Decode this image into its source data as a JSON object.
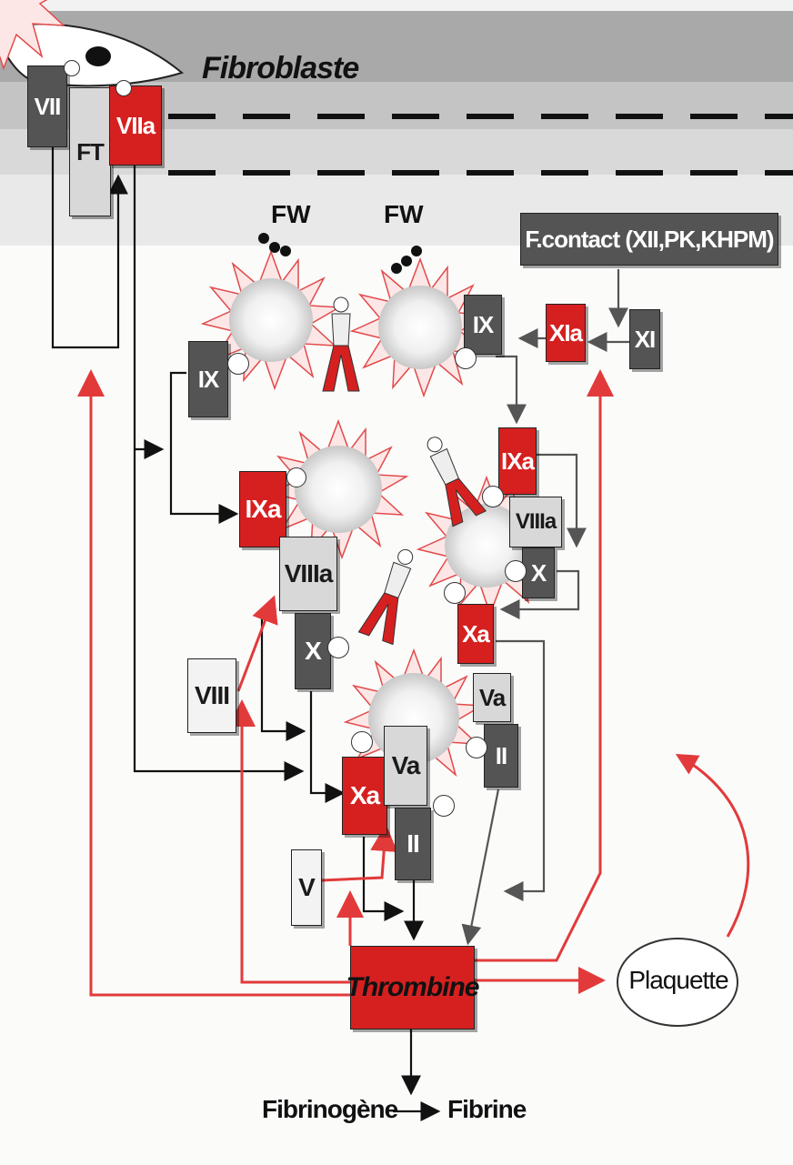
{
  "membrane": {
    "label": "Fibroblaste"
  },
  "fw": [
    "FW",
    "FW"
  ],
  "contact": {
    "label": "F.contact (XII,PK,KHPM)"
  },
  "factors": {
    "vii": "VII",
    "ft": "FT",
    "viia": "VIIa",
    "ix_left": "IX",
    "ix_right": "IX",
    "xia": "XIa",
    "xi": "XI",
    "ixa_left": "IXa",
    "ixa_right": "IXa",
    "viiia_left": "VIIIa",
    "viiia_right": "VIIIa",
    "x_left": "X",
    "x_right": "X",
    "xa_right": "Xa",
    "xa_main": "Xa",
    "viii": "VIII",
    "va_top": "Va",
    "ii_top": "II",
    "va_main": "Va",
    "ii_main": "II",
    "v": "V"
  },
  "thrombine": "Thrombine",
  "plaquette": "Plaquette",
  "fibrinogene": "Fibrinogène",
  "fibrine": "Fibrine",
  "colors": {
    "red": "#d62020",
    "dark": "#545454",
    "light": "#d8d8d8",
    "membrane": "#bdbdbd"
  }
}
